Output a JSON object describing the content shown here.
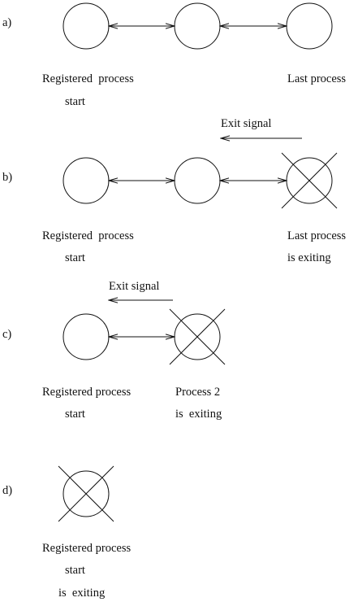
{
  "panels": [
    {
      "label": "a)",
      "exit_signal": "",
      "name_registered": "Registered  process",
      "name_registered_sub": "start",
      "name_registered_sub2": "",
      "name_other": "Last process",
      "name_other_sub": ""
    },
    {
      "label": "b)",
      "exit_signal": "Exit signal",
      "name_registered": "Registered  process",
      "name_registered_sub": "start",
      "name_registered_sub2": "",
      "name_other": "Last process",
      "name_other_sub": "is exiting"
    },
    {
      "label": "c)",
      "exit_signal": "Exit signal",
      "name_registered": "Registered process",
      "name_registered_sub": "start",
      "name_registered_sub2": "",
      "name_other": "Process 2",
      "name_other_sub": "is  exiting"
    },
    {
      "label": "d)",
      "exit_signal": "",
      "name_registered": "Registered process",
      "name_registered_sub": "start",
      "name_registered_sub2": "is  exiting",
      "name_other": "",
      "name_other_sub": ""
    }
  ]
}
